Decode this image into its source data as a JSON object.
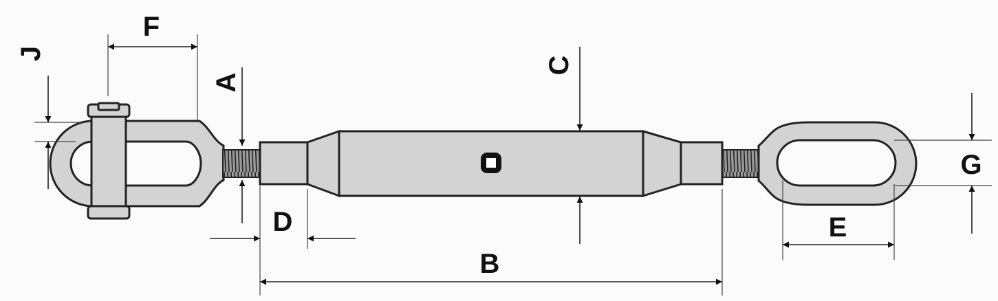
{
  "labels": {
    "F": "F",
    "J": "J",
    "A": "A",
    "C": "C",
    "G": "G",
    "D": "D",
    "E": "E",
    "B": "B"
  },
  "colors": {
    "part_fill": "#d3d3d3",
    "outline": "#222222",
    "background": "#fbfbfb"
  }
}
